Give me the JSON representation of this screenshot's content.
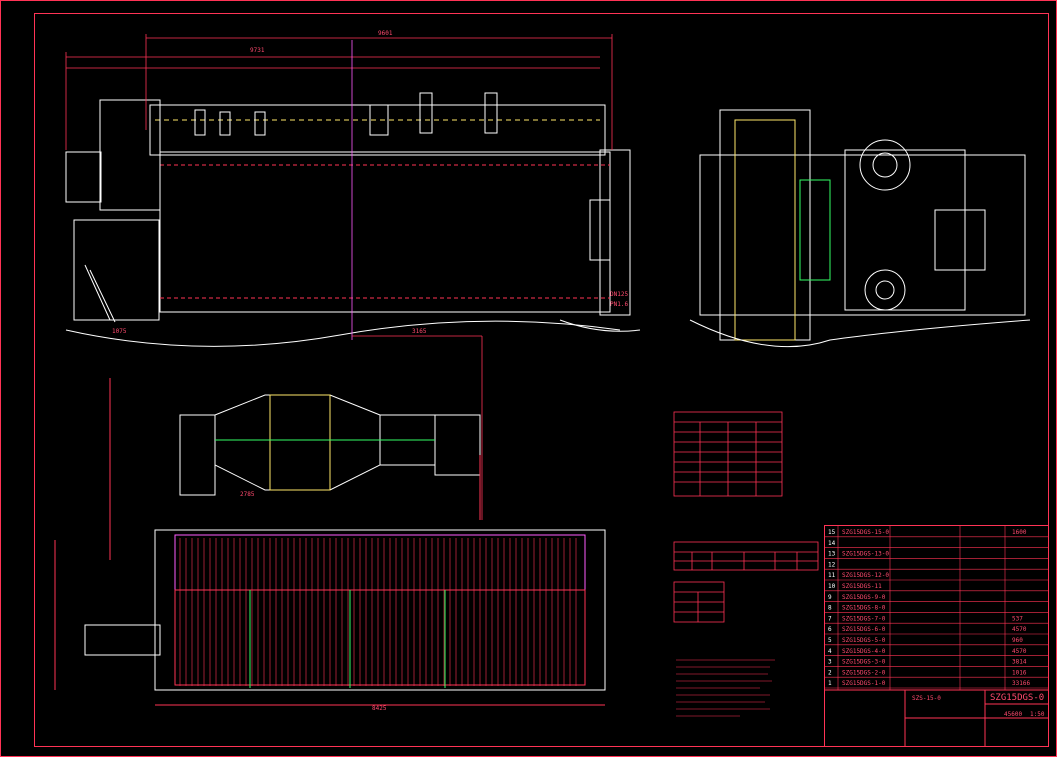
{
  "title_block": {
    "drawing_no": "SZG15DGS-0",
    "model": "SZS-15-0",
    "scale": "1:50",
    "weight": "45600",
    "rows": [
      {
        "no": "15",
        "code": "SZG15DGS-15-0"
      },
      {
        "no": "14",
        "code": ""
      },
      {
        "no": "13",
        "code": "SZG15DGS-13-0"
      },
      {
        "no": "12",
        "code": ""
      },
      {
        "no": "11",
        "code": "SZG15DGS-12-0"
      },
      {
        "no": "10",
        "code": "SZG15DGS-11"
      },
      {
        "no": "9",
        "code": "SZG15DGS-9-0"
      },
      {
        "no": "8",
        "code": "SZG15DGS-8-0"
      },
      {
        "no": "7",
        "code": "SZG15DGS-7-0"
      },
      {
        "no": "6",
        "code": "SZG15DGS-6-0"
      },
      {
        "no": "5",
        "code": "SZG15DGS-5-0"
      },
      {
        "no": "4",
        "code": "SZG15DGS-4-0"
      },
      {
        "no": "3",
        "code": "SZG15DGS-3-0"
      },
      {
        "no": "2",
        "code": "SZG15DGS-2-0"
      },
      {
        "no": "1",
        "code": "SZG15DGS-1-0"
      }
    ],
    "right_values": [
      "1600",
      "",
      "",
      "",
      "",
      "",
      "",
      "",
      "537",
      "4570",
      "960",
      "4570",
      "3814",
      "1016",
      "33166"
    ]
  },
  "dimensions": {
    "overall_top": "9601",
    "sub_top": "9731",
    "plan_bottom": "8425",
    "middle_offset": "3165",
    "flue_dim": "2785"
  },
  "side_labels": {
    "left_bottom": "1075",
    "right_spec_1": "DN125",
    "right_spec_2": "PN1.6"
  },
  "colors": {
    "line": "#ff3355",
    "white": "#ffffff",
    "yellow": "#ffe86a",
    "cyan": "#33ffff",
    "green": "#33ff66",
    "magenta": "#ff4cff"
  }
}
